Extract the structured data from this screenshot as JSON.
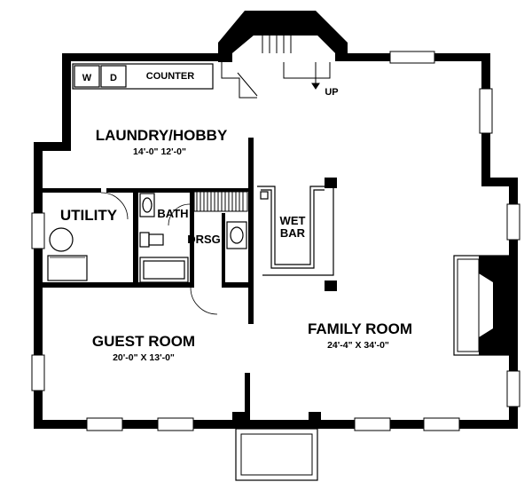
{
  "labels": {
    "counter": "COUNTER",
    "washer": "W",
    "dryer": "D",
    "up": "UP",
    "laundry_title": "LAUNDRY/HOBBY",
    "laundry_dims": "14'-0\" 12'-0\"",
    "utility": "UTILITY",
    "bath": "BATH",
    "drsg": "DRSG",
    "wet": "WET",
    "bar": "BAR",
    "guest_title": "GUEST ROOM",
    "guest_dims": "20'-0\" X 13'-0\"",
    "family_title": "FAMILY ROOM",
    "family_dims": "24'-4\" X 34'-0\""
  }
}
